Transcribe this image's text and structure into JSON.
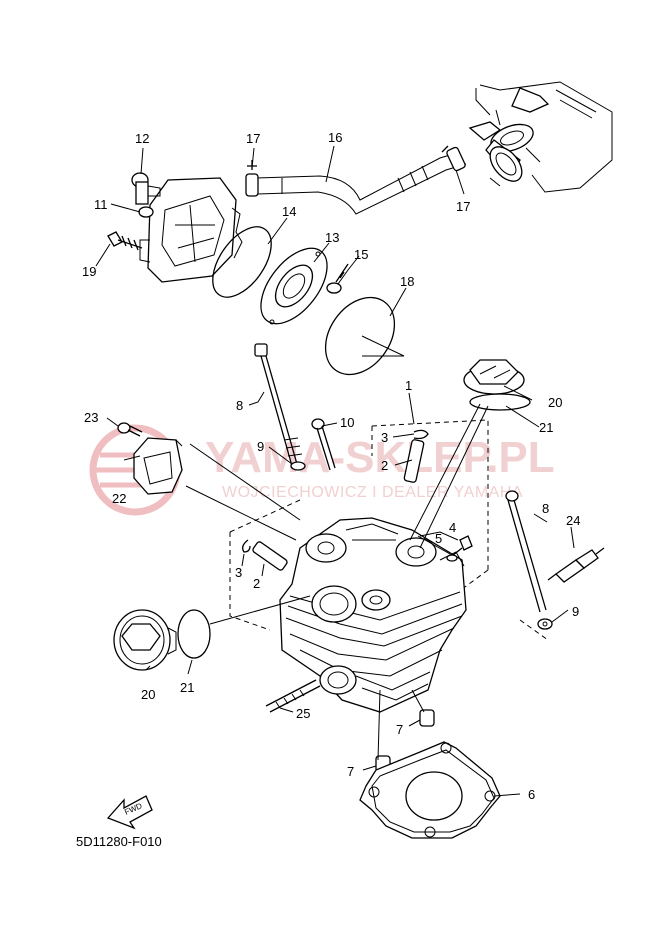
{
  "diagram": {
    "code": "5D11280-F010",
    "fwd_label": "FWD"
  },
  "watermark": {
    "brand": "YAMA-SKLEP.PL",
    "subtitle": "WOJCIECHOWICZ I DEALER YAMAHA",
    "color": "#e9b1b3"
  },
  "callouts": {
    "c1": "1",
    "c2a": "2",
    "c2b": "2",
    "c3a": "3",
    "c3b": "3",
    "c4": "4",
    "c5": "5",
    "c6": "6",
    "c7a": "7",
    "c7b": "7",
    "c8a": "8",
    "c8b": "8",
    "c9a": "9",
    "c9b": "9",
    "c10": "10",
    "c11": "11",
    "c12": "12",
    "c13": "13",
    "c14": "14",
    "c15": "15",
    "c16": "16",
    "c17a": "17",
    "c17b": "17",
    "c18": "18",
    "c19": "19",
    "c20a": "20",
    "c20b": "20",
    "c21a": "21",
    "c21b": "21",
    "c22": "22",
    "c23": "23",
    "c24": "24",
    "c25": "25"
  }
}
